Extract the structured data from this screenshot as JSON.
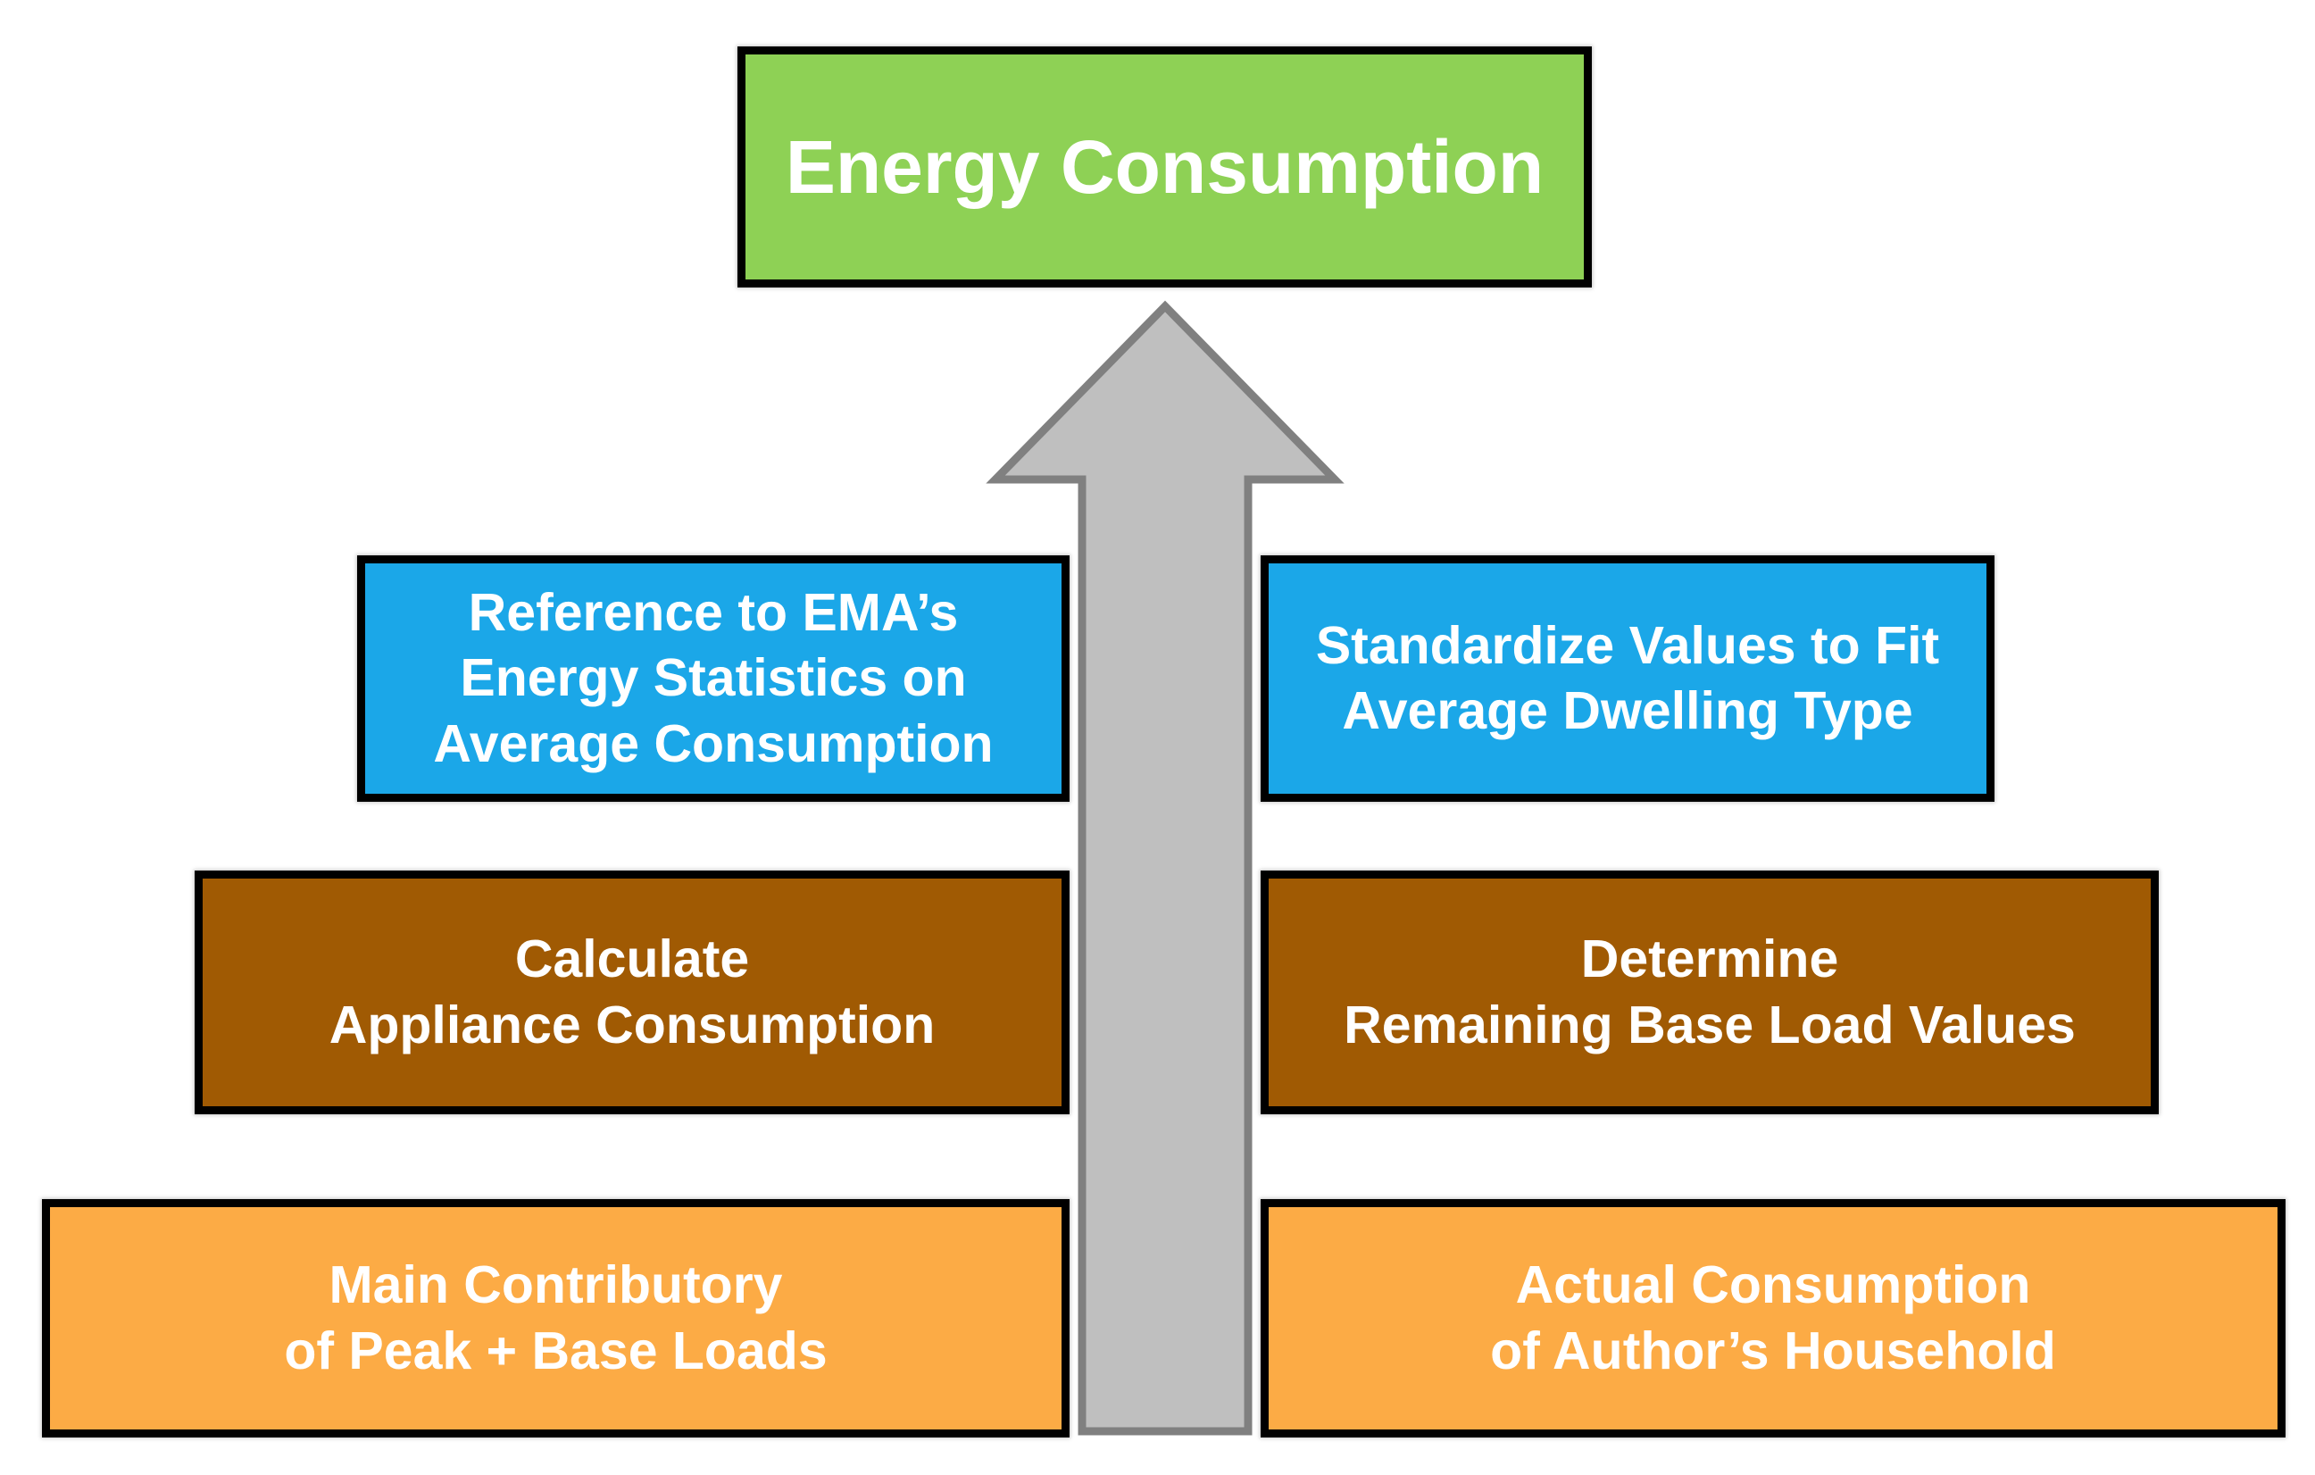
{
  "diagram": {
    "top_box": {
      "label": "Energy Consumption"
    },
    "blue_row": {
      "left": {
        "label": "Reference to EMA’s\nEnergy Statistics on\nAverage Consumption"
      },
      "right": {
        "label": "Standardize Values to Fit\nAverage Dwelling Type"
      }
    },
    "brown_row": {
      "left": {
        "label": "Calculate\nAppliance Consumption"
      },
      "right": {
        "label": "Determine\nRemaining Base Load Values"
      }
    },
    "orange_row": {
      "left": {
        "label": "Main Contributory\nof Peak + Base Loads"
      },
      "right": {
        "label": "Actual Consumption\nof Author’s Household"
      }
    },
    "arrow": {
      "direction": "up"
    }
  },
  "colors": {
    "top_fill": "#8ED155",
    "blue_fill": "#1BA7E8",
    "brown_fill": "#A05A03",
    "orange_fill": "#FCAB45",
    "arrow_fill": "#BFBFBF",
    "arrow_stroke": "#808080",
    "box_border": "#000000",
    "text": "#FFFFFF",
    "background": "#FFFFFF"
  }
}
